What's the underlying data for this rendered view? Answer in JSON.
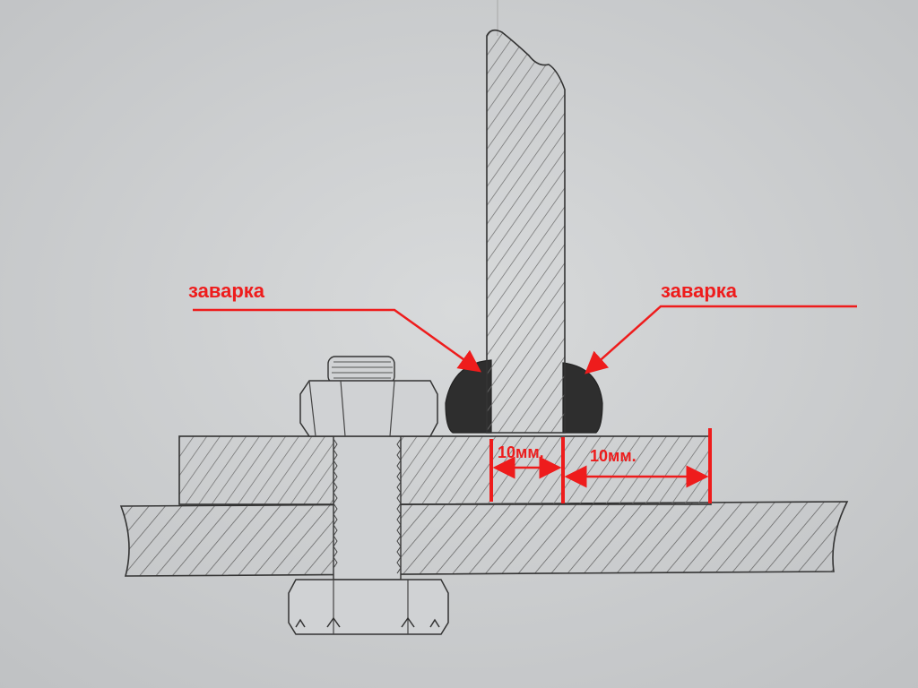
{
  "annotations": {
    "weld_left_label": "заварка",
    "weld_right_label": "заварка",
    "dimension_1_label": "10мм.",
    "dimension_2_label": "10мм."
  },
  "colors": {
    "paper": "#cfd1d3",
    "pencil": "#3a3a3a",
    "annotation_red": "#ee1c1c"
  }
}
